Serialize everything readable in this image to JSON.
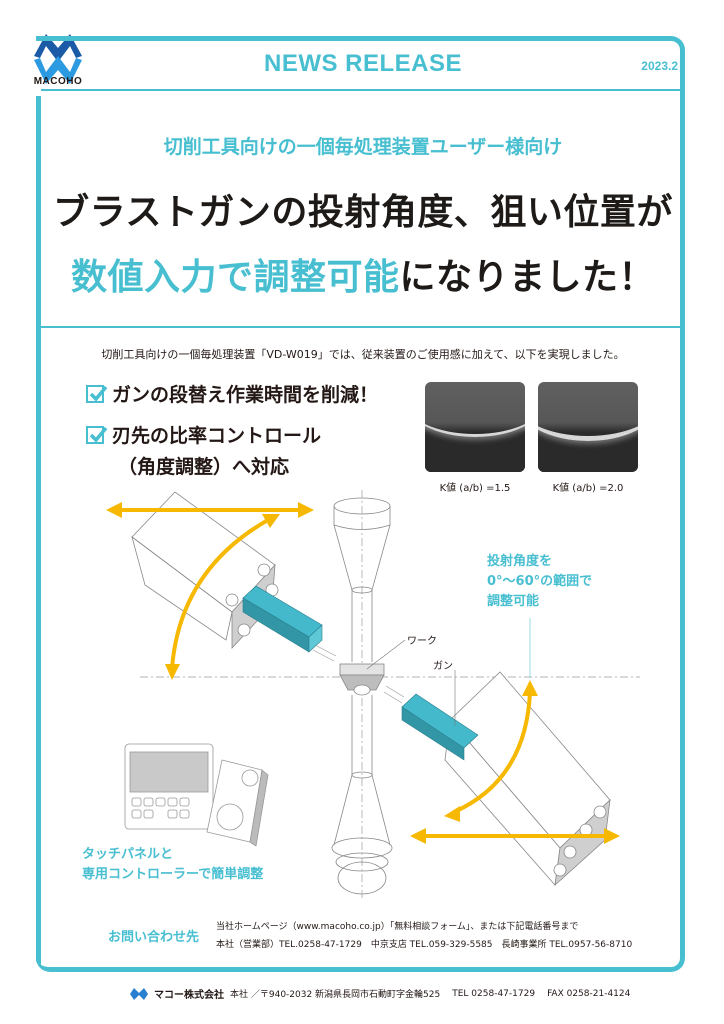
{
  "brand": {
    "logo_text": "MACOHO",
    "colors": {
      "accent": "#48bfd1",
      "logo_dark": "#1a5aa6",
      "logo_light": "#2b9ae0",
      "arrow": "#f6b800",
      "gun": "#43b9cb",
      "text": "#231815"
    }
  },
  "header": {
    "title": "NEWS RELEASE",
    "date": "2023.2"
  },
  "hero": {
    "subtitle": "切削工具向けの一個毎処理装置ユーザー様向け",
    "headline_line1": "ブラストガンの投射角度、狙い位置が",
    "headline_line2_highlight": "数値入力で調整可能",
    "headline_line2_rest": "になりました！"
  },
  "body": {
    "intro": "切削工具向けの一個毎処理装置「VD-W019」では、従来装置のご使用感に加えて、以下を実現しました。",
    "checklist": [
      {
        "label": "ガンの段替え作業時間を削減！",
        "checked": true
      },
      {
        "label": "刃先の比率コントロール",
        "continuation": "（角度調整）へ対応",
        "checked": true
      }
    ],
    "photos": [
      {
        "caption": "K値 (a/b) =1.5"
      },
      {
        "caption": "K値 (a/b) =2.0"
      }
    ]
  },
  "diagram": {
    "label_work": "ワーク",
    "label_gun": "ガン",
    "angle_note": [
      "投射角度を",
      "0°〜60°の範囲で",
      "調整可能"
    ],
    "touch_note": [
      "タッチパネルと",
      "専用コントローラーで簡単調整"
    ]
  },
  "contact": {
    "label": "お問い合わせ先",
    "line1": "当社ホームページ（www.macoho.co.jp）「無料相談フォーム」、または下記電話番号まで",
    "line2": "本社（営業部）TEL.0258-47-1729　中京支店 TEL.059-329-5585　長崎事業所 TEL.0957-56-8710"
  },
  "footer": {
    "company": "マコー株式会社",
    "address": "本社 ／〒940-2032 新潟県長岡市石動町字金輪525",
    "tel": "TEL 0258-47-1729",
    "fax": "FAX 0258-21-4124"
  }
}
